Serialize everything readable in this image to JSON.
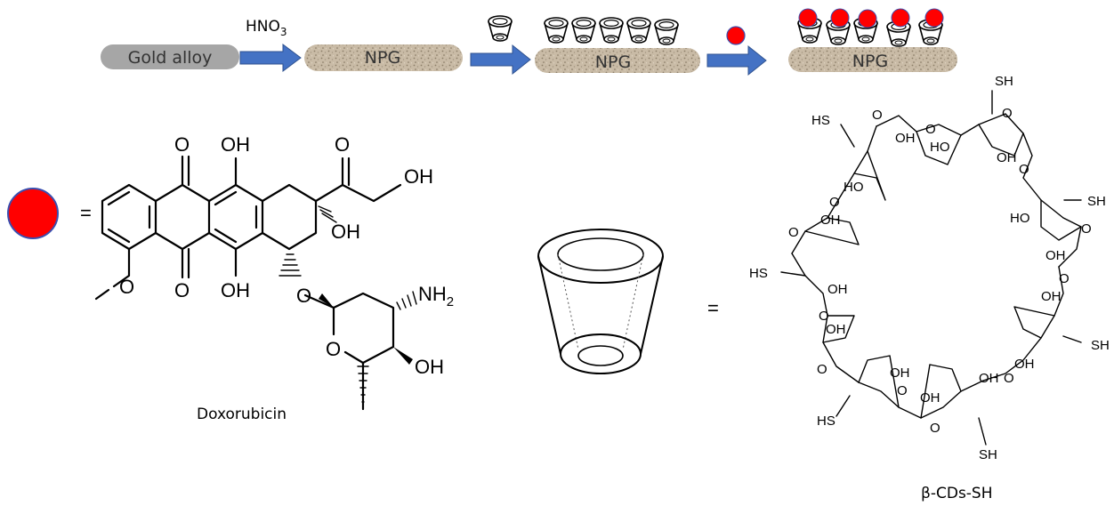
{
  "process": {
    "start_label": "Gold alloy",
    "reagent": "HNO",
    "reagent_subscript": "3",
    "npg_label": "NPG"
  },
  "doxorubicin": {
    "caption": "Doxorubicin",
    "equals": "=",
    "labels": {
      "o": "O",
      "oh": "OH",
      "nh2": "NH",
      "nh2_sub": "2"
    }
  },
  "cyclodextrin": {
    "caption": "β-CDs-SH",
    "equals": "=",
    "labels": {
      "sh": "SH",
      "hs": "HS",
      "oh": "OH",
      "ho": "HO",
      "o": "O"
    }
  },
  "colors": {
    "alloy_fill": "#a6a6a6",
    "npg_fill": "#c2b49e",
    "arrow_fill": "#4472c4",
    "arrow_stroke": "#2f528f",
    "drug_fill": "#ff0000",
    "drug_stroke": "#3a4fb0"
  }
}
